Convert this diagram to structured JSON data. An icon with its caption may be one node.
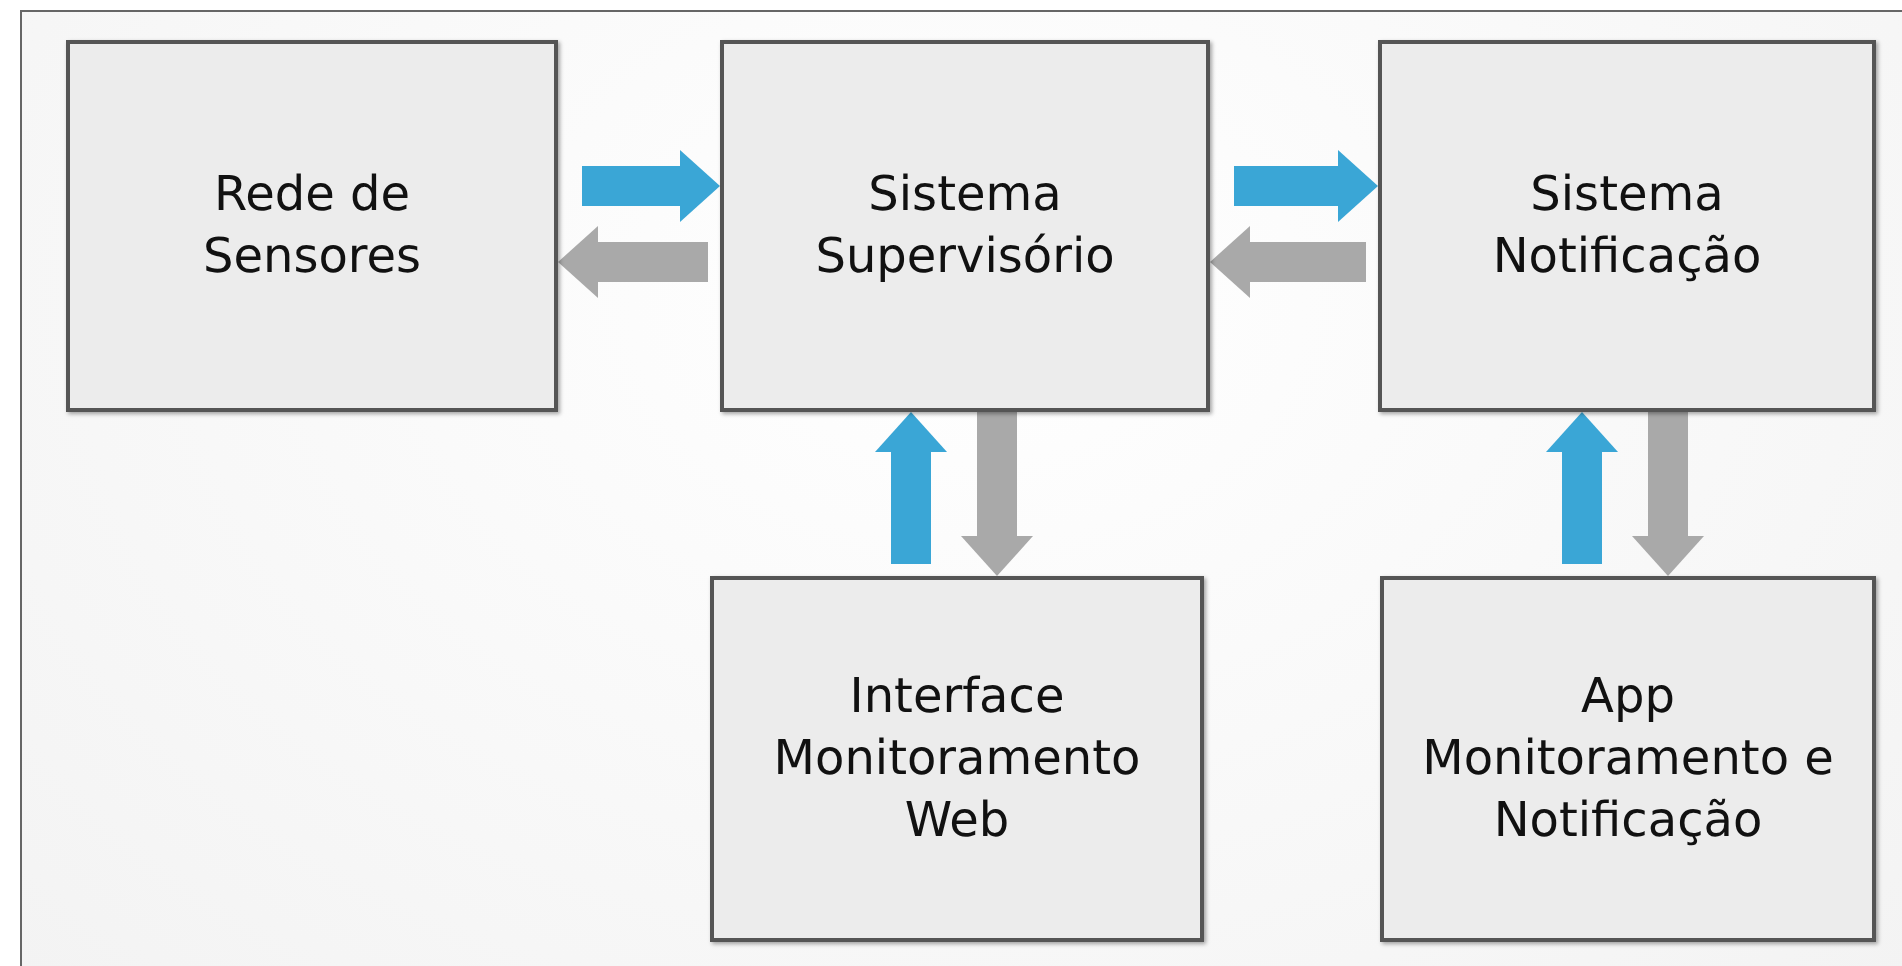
{
  "diagram": {
    "nodes": [
      {
        "text": [
          "Rede de Sensores"
        ]
      },
      {
        "text": [
          "Sistema Supervisório"
        ]
      },
      {
        "text": [
          "Sistema Notificação"
        ]
      },
      {
        "text": [
          "Interface Monitoramento Web"
        ]
      },
      {
        "text": [
          "App Monitoramento e Notificação"
        ]
      }
    ],
    "edges": [
      {
        "from": 0,
        "to": 1,
        "arrow": "to",
        "color": "#3aa6d6"
      },
      {
        "from": 1,
        "to": 0,
        "arrow": "to",
        "color": "#a9a9a9"
      },
      {
        "from": 1,
        "to": 2,
        "arrow": "to",
        "color": "#3aa6d6"
      },
      {
        "from": 2,
        "to": 1,
        "arrow": "to",
        "color": "#a9a9a9"
      },
      {
        "from": 3,
        "to": 1,
        "arrow": "to",
        "color": "#3aa6d6"
      },
      {
        "from": 1,
        "to": 3,
        "arrow": "to",
        "color": "#a9a9a9"
      },
      {
        "from": 4,
        "to": 2,
        "arrow": "to",
        "color": "#3aa6d6"
      },
      {
        "from": 2,
        "to": 4,
        "arrow": "to",
        "color": "#a9a9a9"
      }
    ]
  }
}
